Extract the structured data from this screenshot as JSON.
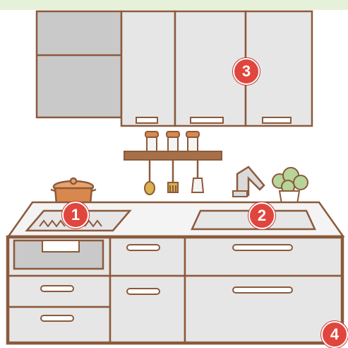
{
  "colors": {
    "background": "#ffffff",
    "top_band": "#e6f1d9",
    "outline": "#8b5a3c",
    "cabinet": "#e6e6e6",
    "cabinet_dark": "#c9c9c9",
    "counter": "#f4f4f4",
    "shelf": "#a77048",
    "pot": "#d9884d",
    "faucet": "#dadada",
    "plant": "#b7d499",
    "marker": "#e0463d"
  },
  "markers": [
    {
      "label": "1",
      "icon": "stove-marker"
    },
    {
      "label": "2",
      "icon": "sink-marker"
    },
    {
      "label": "3",
      "icon": "wall-cabinet-marker"
    },
    {
      "label": "4",
      "icon": "base-cabinet-marker"
    }
  ]
}
